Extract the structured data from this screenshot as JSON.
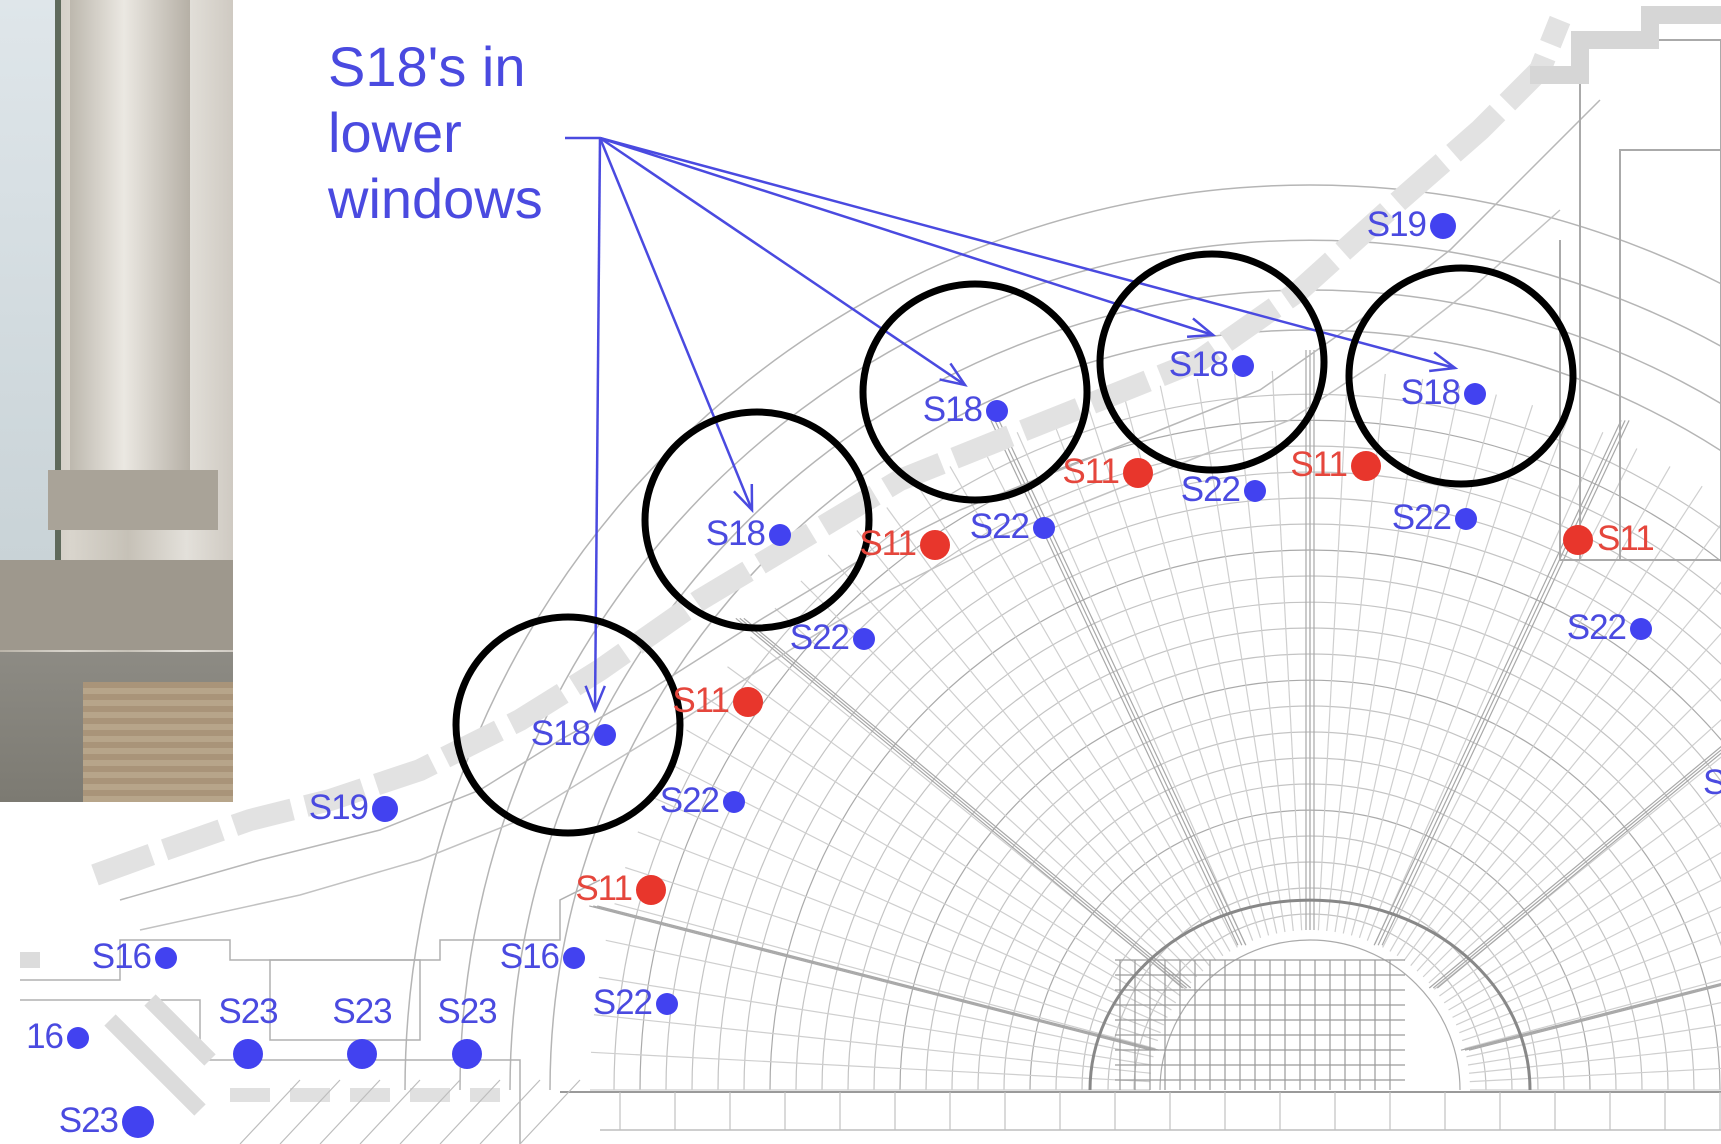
{
  "callout": {
    "lines": [
      "S18's in",
      "lower",
      "windows"
    ]
  },
  "colors": {
    "blue": "#4242f0",
    "red": "#e8362c",
    "text_blue": "#4a4ae0",
    "circle": "#000000"
  },
  "labels": [
    {
      "text": "S18",
      "color": "blue",
      "side": "left"
    },
    {
      "text": "S18",
      "color": "blue",
      "side": "left"
    },
    {
      "text": "S18",
      "color": "blue",
      "side": "left"
    },
    {
      "text": "S18",
      "color": "blue",
      "side": "left"
    },
    {
      "text": "S18",
      "color": "blue",
      "side": "left"
    },
    {
      "text": "S19",
      "color": "blue",
      "side": "left"
    },
    {
      "text": "S19",
      "color": "blue",
      "side": "left"
    },
    {
      "text": "S11",
      "color": "red",
      "side": "left"
    },
    {
      "text": "S11",
      "color": "red",
      "side": "left"
    },
    {
      "text": "S11",
      "color": "red",
      "side": "left"
    },
    {
      "text": "S11",
      "color": "red",
      "side": "left"
    },
    {
      "text": "S11",
      "color": "red",
      "side": "left"
    },
    {
      "text": "S11",
      "color": "red",
      "side": "right"
    },
    {
      "text": "S22",
      "color": "blue",
      "side": "left"
    },
    {
      "text": "S22",
      "color": "blue",
      "side": "left"
    },
    {
      "text": "S22",
      "color": "blue",
      "side": "left"
    },
    {
      "text": "S22",
      "color": "blue",
      "side": "left"
    },
    {
      "text": "S22",
      "color": "blue",
      "side": "left"
    },
    {
      "text": "S22",
      "color": "blue",
      "side": "left"
    },
    {
      "text": "S22",
      "color": "blue",
      "side": "left"
    },
    {
      "text": "S16",
      "color": "blue",
      "side": "left"
    },
    {
      "text": "S16",
      "color": "blue",
      "side": "left"
    },
    {
      "text": "16",
      "color": "blue",
      "side": "left"
    },
    {
      "text": "S23",
      "color": "blue",
      "side": "above"
    },
    {
      "text": "S23",
      "color": "blue",
      "side": "above"
    },
    {
      "text": "S23",
      "color": "blue",
      "side": "above"
    },
    {
      "text": "S23",
      "color": "blue",
      "side": "left"
    },
    {
      "text": "S",
      "color": "blue",
      "side": "edge"
    }
  ]
}
